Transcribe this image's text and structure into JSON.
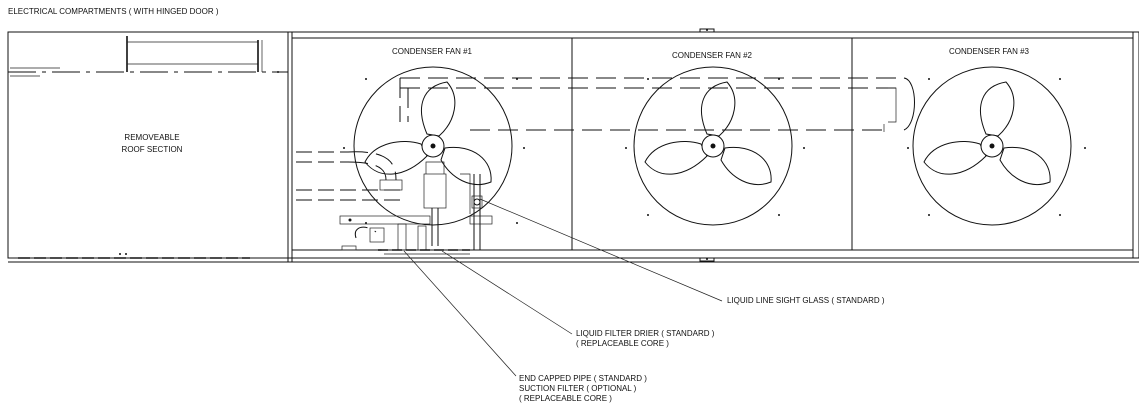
{
  "title": "ELECTRICAL COMPARTMENTS ( WITH HINGED DOOR )",
  "roof_section": {
    "line1": "REMOVEABLE",
    "line2": "ROOF SECTION"
  },
  "fans": [
    {
      "label": "CONDENSER FAN #1"
    },
    {
      "label": "CONDENSER FAN #2"
    },
    {
      "label": "CONDENSER FAN #3"
    }
  ],
  "callouts": {
    "sight_glass": "LIQUID LINE SIGHT GLASS ( STANDARD )",
    "filter_drier_1": "LIQUID FILTER DRIER ( STANDARD )",
    "filter_drier_2": "( REPLACEABLE CORE )",
    "end_cap_1": "END CAPPED PIPE ( STANDARD )",
    "end_cap_2": "SUCTION FILTER ( OPTIONAL )",
    "end_cap_3": "( REPLACEABLE CORE )"
  }
}
